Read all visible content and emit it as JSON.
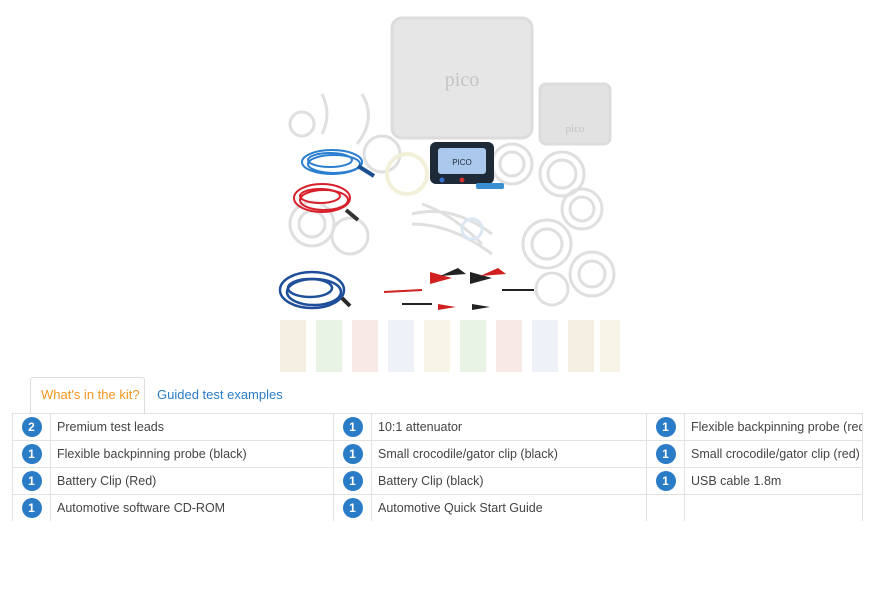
{
  "product_image": {
    "brand_on_case": "pico",
    "brand_on_device": "PICO",
    "brand_on_pouch": "pico"
  },
  "tabs": [
    {
      "label": "What's in the kit?",
      "active": true
    },
    {
      "label": "Guided test examples",
      "active": false
    }
  ],
  "colors": {
    "accent_active_tab": "#f7941d",
    "link_blue": "#2a7cc7",
    "badge_blue": "#2a7cc7"
  },
  "kit_items": [
    [
      {
        "qty": "2",
        "name": "Premium test leads"
      },
      {
        "qty": "1",
        "name": "10:1 attenuator"
      },
      {
        "qty": "1",
        "name": "Flexible backpinning probe (red)"
      }
    ],
    [
      {
        "qty": "1",
        "name": "Flexible backpinning probe (black)"
      },
      {
        "qty": "1",
        "name": "Small crocodile/gator clip (black)"
      },
      {
        "qty": "1",
        "name": "Small crocodile/gator clip (red)"
      }
    ],
    [
      {
        "qty": "1",
        "name": "Battery Clip (Red)"
      },
      {
        "qty": "1",
        "name": "Battery Clip (black)"
      },
      {
        "qty": "1",
        "name": "USB cable 1.8m"
      }
    ],
    [
      {
        "qty": "1",
        "name": "Automotive software CD-ROM"
      },
      {
        "qty": "1",
        "name": "Automotive Quick Start Guide"
      },
      {
        "qty": "",
        "name": ""
      }
    ]
  ]
}
